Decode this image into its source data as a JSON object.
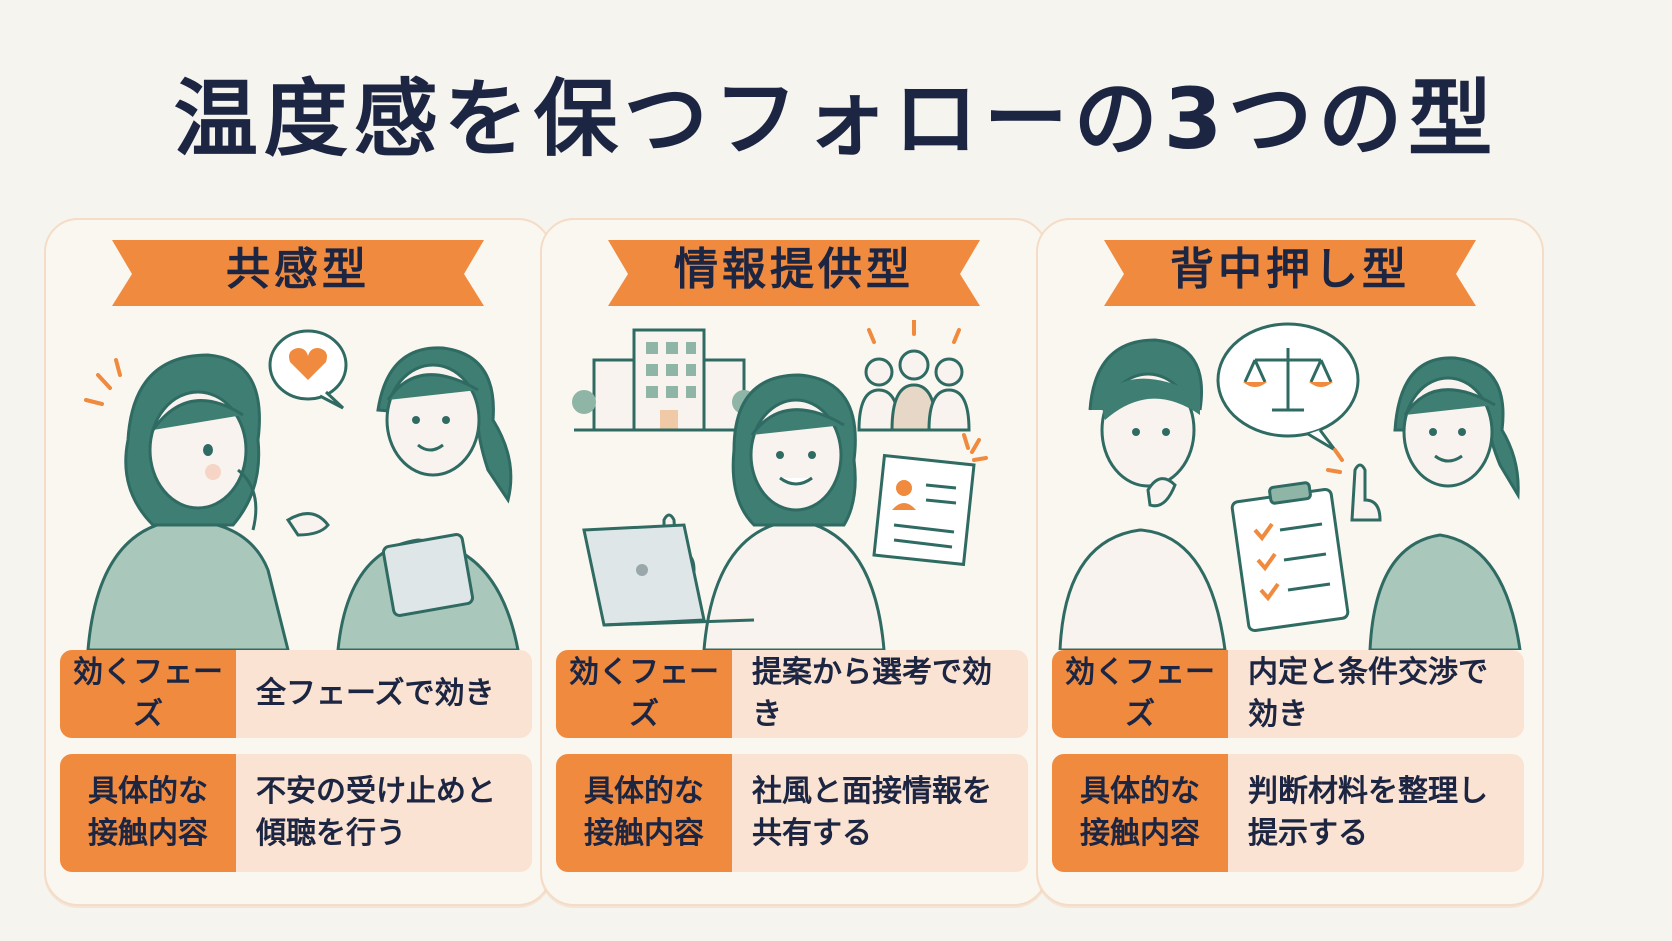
{
  "title": "温度感を保つフォローの3つの型",
  "colors": {
    "accent": "#f08a3e",
    "row_bg": "#fbe3d3",
    "navy": "#1c2541",
    "teal": "#2f6b62",
    "teal_light": "#8fb5a7"
  },
  "cards": [
    {
      "name": "共感型",
      "rows": [
        {
          "label": "効くフェーズ",
          "value": "全フェーズで効き"
        },
        {
          "label": "具体的な\n接触内容",
          "value": "不安の受け止めと\n傾聴を行う"
        }
      ]
    },
    {
      "name": "情報提供型",
      "rows": [
        {
          "label": "効くフェーズ",
          "value": "提案から選考で効き"
        },
        {
          "label": "具体的な\n接触内容",
          "value": "社風と面接情報を\n共有する"
        }
      ]
    },
    {
      "name": "背中押し型",
      "rows": [
        {
          "label": "効くフェーズ",
          "value": "内定と条件交渉で効き"
        },
        {
          "label": "具体的な\n接触内容",
          "value": "判断材料を整理し\n提示する"
        }
      ]
    }
  ]
}
